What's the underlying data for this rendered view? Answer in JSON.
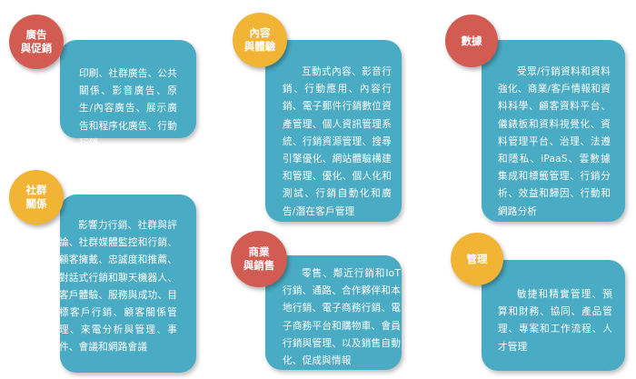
{
  "colors": {
    "card": "#4aabc4",
    "badge_red": "#d25c52",
    "badge_yellow": "#f2b434",
    "text": "#ffffff"
  },
  "categories": [
    {
      "key": "advertising",
      "label": "廣告\n與促銷",
      "badge_color": "red",
      "text": "印刷、社群廣告、公共關係、影音廣告、原生/內容廣告、展示廣告和程序化廣告、行動行銷"
    },
    {
      "key": "content",
      "label": "內容\n與體驗",
      "badge_color": "yellow",
      "text": "互動式內容、影音行銷、行動應用、內容行銷、電子郵件行銷數位資產管理、個人資訊管理系統、行銷資源管理、搜尋引擎優化、網站體驗構建和管理、優化、個人化和測試、行銷自動化和廣告/潛在客戶管理"
    },
    {
      "key": "data",
      "label": "數據",
      "badge_color": "red",
      "text": "受眾/行銷資料和資料強化、商業/客戶情報和資料科學、顧客資料平台、儀錶板和資料視覺化、資料管理平台、治理、法遵和隱私、iPaaS、雲數據集成和標籤管理、行銷分析、效益和歸因、行動和網路分析"
    },
    {
      "key": "social",
      "label": "社群\n關係",
      "badge_color": "yellow",
      "text": "影響力行銷、社群與評論、社群媒體監控和行銷、顧客擁戴、忠誠度和推薦、對話式行銷和聊天機器人、客戶體驗、服務與成功、目標客戶行銷、顧客關係管理、來電分析與管理、事件、會議和網路會議"
    },
    {
      "key": "commerce",
      "label": "商業\n與銷售",
      "badge_color": "red",
      "text": "零售、鄰近行銷和IoT行銷、通路、合作夥伴和本地行銷、電子商務行銷、電子商務平台和購物車、會員行銷與管理、以及銷售自動化、促成與情報"
    },
    {
      "key": "management",
      "label": "管理",
      "badge_color": "yellow",
      "text": "敏捷和精實管理、預算和財務、協同、產品管理、專案和工作流程、人才管理"
    }
  ]
}
